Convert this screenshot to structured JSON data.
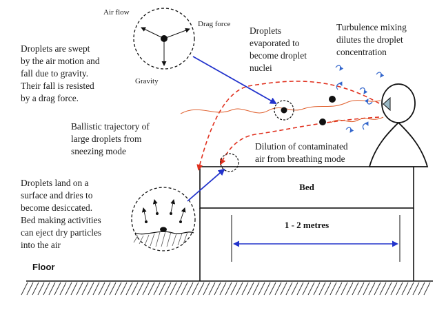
{
  "diagram": {
    "callouts": {
      "droplets_swept": [
        "Droplets are swept",
        "by the air motion and",
        "fall due to gravity.",
        "Their fall is resisted",
        "by a drag force."
      ],
      "droplets_evaporated": [
        "Droplets",
        "evaporated to",
        "become droplet",
        "nuclei"
      ],
      "turbulence": [
        "Turbulence mixing",
        "dilutes the droplet",
        "concentration"
      ],
      "ballistic": [
        "Ballistic trajectory of",
        "large droplets from",
        "sneezing mode"
      ],
      "dilution": [
        "Dilution of contaminated",
        "air from breathing mode"
      ],
      "droplets_land": [
        "Droplets land on a",
        "surface and dries to",
        "become desiccated.",
        "Bed making activities",
        "can eject dry particles",
        "into the air"
      ]
    },
    "force_labels": {
      "air_flow": "Air flow",
      "drag_force": "Drag force",
      "gravity": "Gravity"
    },
    "bed_label": "Bed",
    "distance_label": "1 - 2 metres",
    "floor_label": "Floor",
    "colors": {
      "ink": "#1a1a1a",
      "blue_arrow": "#2233cc",
      "red_trajectory": "#e0301e",
      "thin_red_flow": "#e0602e",
      "turbulence_blue": "#3366cc",
      "face_fill": "#9ab8c4"
    }
  }
}
